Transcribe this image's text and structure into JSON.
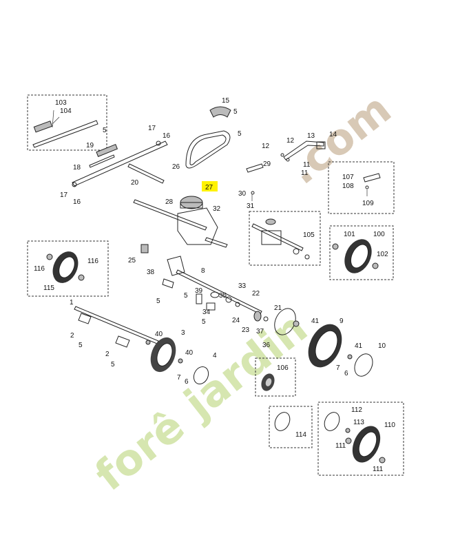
{
  "watermark": {
    "text_part1": "forê",
    "text_part2": "jardin",
    "text_part3": ".com",
    "color_main": "#d6e6b0",
    "color_accent": "#f3c98a",
    "color_dot": "#c9b7a4"
  },
  "highlight": {
    "label": "27",
    "color": "#fff200"
  },
  "parts": {
    "p103": "103",
    "p104": "104",
    "p5a": "5",
    "p17a": "17",
    "p16a": "16",
    "p19": "19",
    "p18": "18",
    "p17b": "17",
    "p16b": "16",
    "p20": "20",
    "p15": "15",
    "p5b": "5",
    "p5c": "5",
    "p26": "26",
    "p12a": "12",
    "p12b": "12",
    "p13": "13",
    "p14": "14",
    "p11a": "11",
    "p11b": "11",
    "p29": "29",
    "p30": "30",
    "p31": "31",
    "p28": "28",
    "p32": "32",
    "p107": "107",
    "p108": "108",
    "p109": "109",
    "p105": "105",
    "p101": "101",
    "p100": "100",
    "p102": "102",
    "p116a": "116",
    "p116b": "116",
    "p115": "115",
    "p25": "25",
    "p38": "38",
    "p8": "8",
    "p5d": "5",
    "p5e": "5",
    "p39": "39",
    "p33": "33",
    "p35": "35",
    "p22": "22",
    "p34": "34",
    "p5f": "5",
    "p24": "24",
    "p21": "21",
    "p23": "23",
    "p37": "37",
    "p36": "36",
    "p41a": "41",
    "p9": "9",
    "p1": "1",
    "p2a": "2",
    "p5g": "5",
    "p40a": "40",
    "p3": "3",
    "p2b": "2",
    "p5h": "5",
    "p40b": "40",
    "p4": "4",
    "p7a": "7",
    "p6a": "6",
    "p41b": "41",
    "p10": "10",
    "p7b": "7",
    "p6b": "6",
    "p106": "106",
    "p112": "112",
    "p113": "113",
    "p110": "110",
    "p114": "114",
    "p111a": "111",
    "p111b": "111"
  }
}
